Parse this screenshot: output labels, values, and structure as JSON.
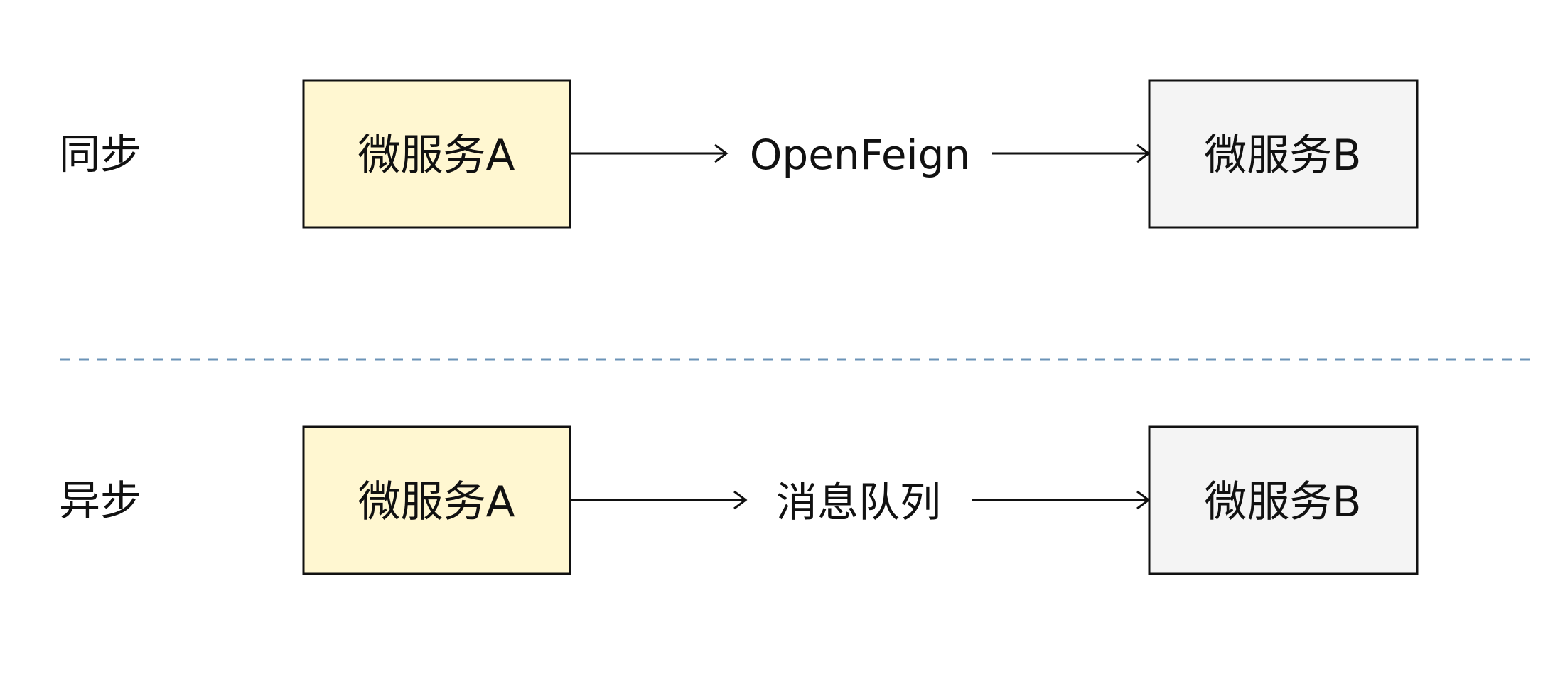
{
  "colors": {
    "service_a_fill": "#fff7d1",
    "service_b_fill": "#f4f4f4",
    "divider": "#6b93b7"
  },
  "rows": [
    {
      "mode_label": "同步",
      "source": "微服务A",
      "channel": "OpenFeign",
      "target": "微服务B"
    },
    {
      "mode_label": "异步",
      "source": "微服务A",
      "channel": "消息队列",
      "target": "微服务B"
    }
  ]
}
